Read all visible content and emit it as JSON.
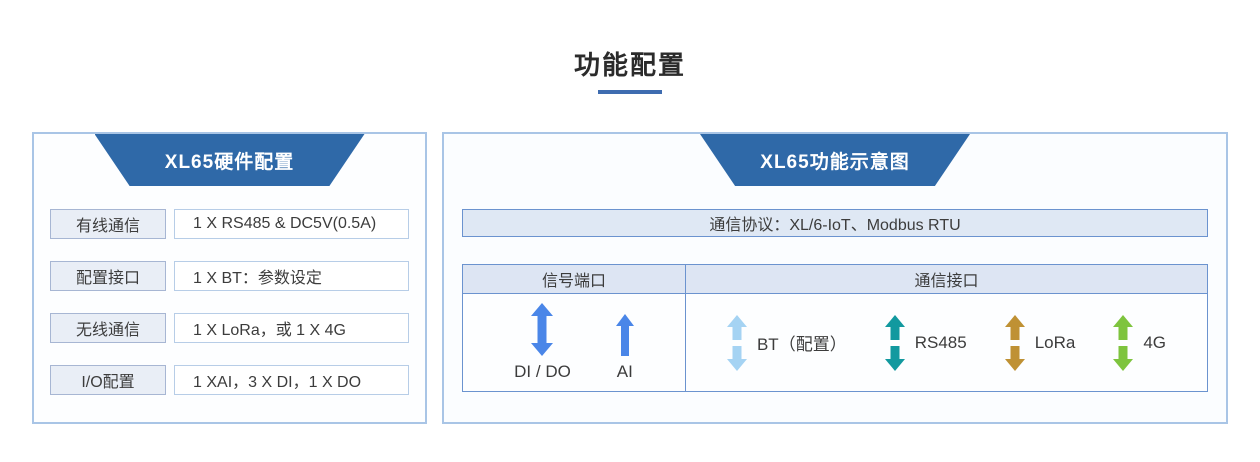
{
  "title": {
    "text": "功能配置",
    "underline_color": "#3e6cb0"
  },
  "left_panel": {
    "header": "XL65硬件配置",
    "rows": [
      {
        "label": "有线通信",
        "value": "1 X RS485 & DC5V(0.5A)"
      },
      {
        "label": "配置接口",
        "value": "1 X BT：参数设定"
      },
      {
        "label": "无线通信",
        "value": "1 X LoRa，或 1 X 4G"
      },
      {
        "label": "I/O配置",
        "value": "1 XAI，3 X DI，1 X DO"
      }
    ]
  },
  "right_panel": {
    "header": "XL65功能示意图",
    "protocol_bar": "通信协议：XL/6-IoT、Modbus RTU",
    "columns": {
      "signal": "信号端口",
      "comm": "通信接口"
    },
    "signal_items": [
      {
        "label": "DI / DO",
        "icon": "double-arrow-icon",
        "color": "#4a86e8"
      },
      {
        "label": "AI",
        "icon": "up-arrow-icon",
        "color": "#4a86e8"
      }
    ],
    "comm_items": [
      {
        "label": "BT（配置）",
        "icon": "split-double-arrow-icon",
        "color": "#a5d3f3"
      },
      {
        "label": "RS485",
        "icon": "split-double-arrow-icon",
        "color": "#12999f"
      },
      {
        "label": "LoRa",
        "icon": "split-double-arrow-icon",
        "color": "#bf9134"
      },
      {
        "label": "4G",
        "icon": "split-double-arrow-icon",
        "color": "#7ec43e"
      }
    ]
  },
  "colors": {
    "header_trapezoid": "#2f69a8",
    "panel_border": "#a9c5e6",
    "table_border": "#6b93cf",
    "label_cell_fill": "#e9eef6",
    "table_header_fill": "#dde5f3",
    "protocol_bar_fill": "#dfe8f4"
  }
}
